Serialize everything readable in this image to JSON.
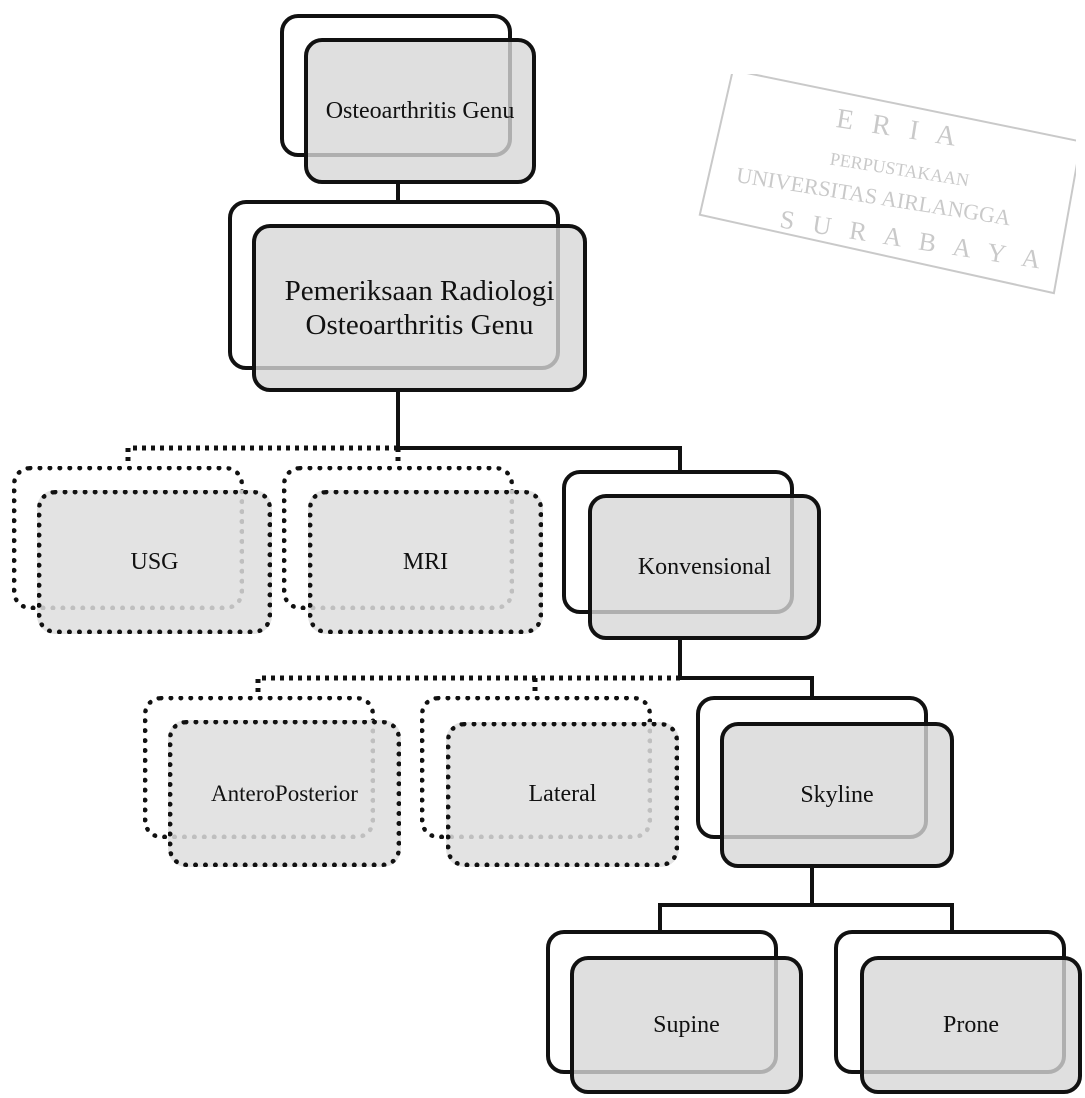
{
  "diagram": {
    "nodes": {
      "root": {
        "label": "Osteoarthritis Genu"
      },
      "radiologi": {
        "label": "Pemeriksaan Radiologi Osteoarthritis Genu"
      },
      "usg": {
        "label": "USG"
      },
      "mri": {
        "label": "MRI"
      },
      "konvensional": {
        "label": "Konvensional"
      },
      "anteroposterior": {
        "label": "AnteroPosterior"
      },
      "lateral": {
        "label": "Lateral"
      },
      "skyline": {
        "label": "Skyline"
      },
      "supine": {
        "label": "Supine"
      },
      "prone": {
        "label": "Prone"
      }
    },
    "line_color": "#111111",
    "node_fill": "#d7d7d7",
    "stamp": {
      "icon": "library-stamp-icon",
      "color": "#8a8a8a",
      "lines": [
        "E R I A",
        "PERPUSTAKAAN",
        "UNIVERSITAS AIRLANGGA",
        "S U R A B A Y A"
      ]
    }
  }
}
